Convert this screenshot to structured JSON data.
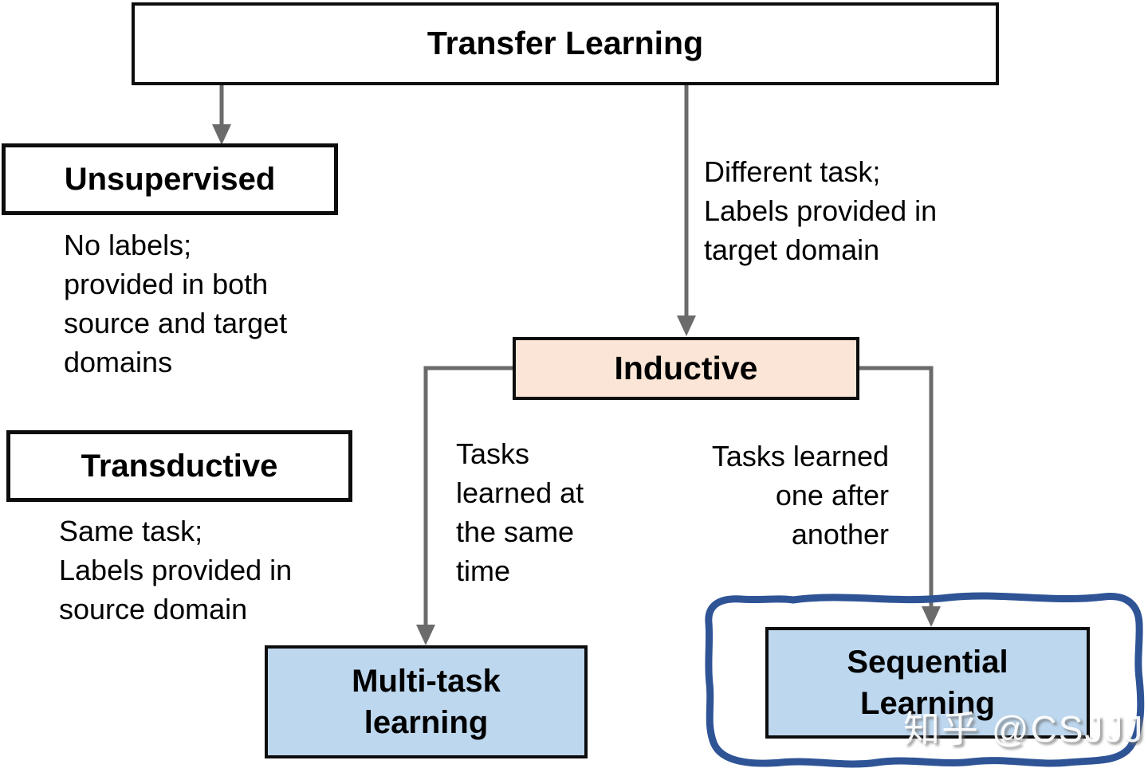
{
  "watermark": "知乎 @CSJJJ",
  "colors": {
    "inductive_fill": "#fbe5d6",
    "leaf_fill": "#bdd7ee",
    "connector_gray": "#6b6b6b",
    "loop_blue": "#2e5496",
    "border_black": "#0d0d0d"
  },
  "nodes": {
    "transfer_learning": {
      "label": "Transfer Learning"
    },
    "unsupervised": {
      "label": "Unsupervised",
      "note": "No labels;\nprovided in both\nsource and target\ndomains"
    },
    "transductive": {
      "label": "Transductive",
      "note": "Same task;\nLabels provided in\nsource domain"
    },
    "inductive": {
      "label": "Inductive",
      "note": "Different task;\nLabels provided in\ntarget domain"
    },
    "multi_task_learning": {
      "label": "Multi-task\nlearning",
      "note": "Tasks\nlearned at\nthe same\ntime"
    },
    "sequential_learning": {
      "label": "Sequential\nLearning",
      "note": "Tasks learned\none after\nanother"
    }
  }
}
